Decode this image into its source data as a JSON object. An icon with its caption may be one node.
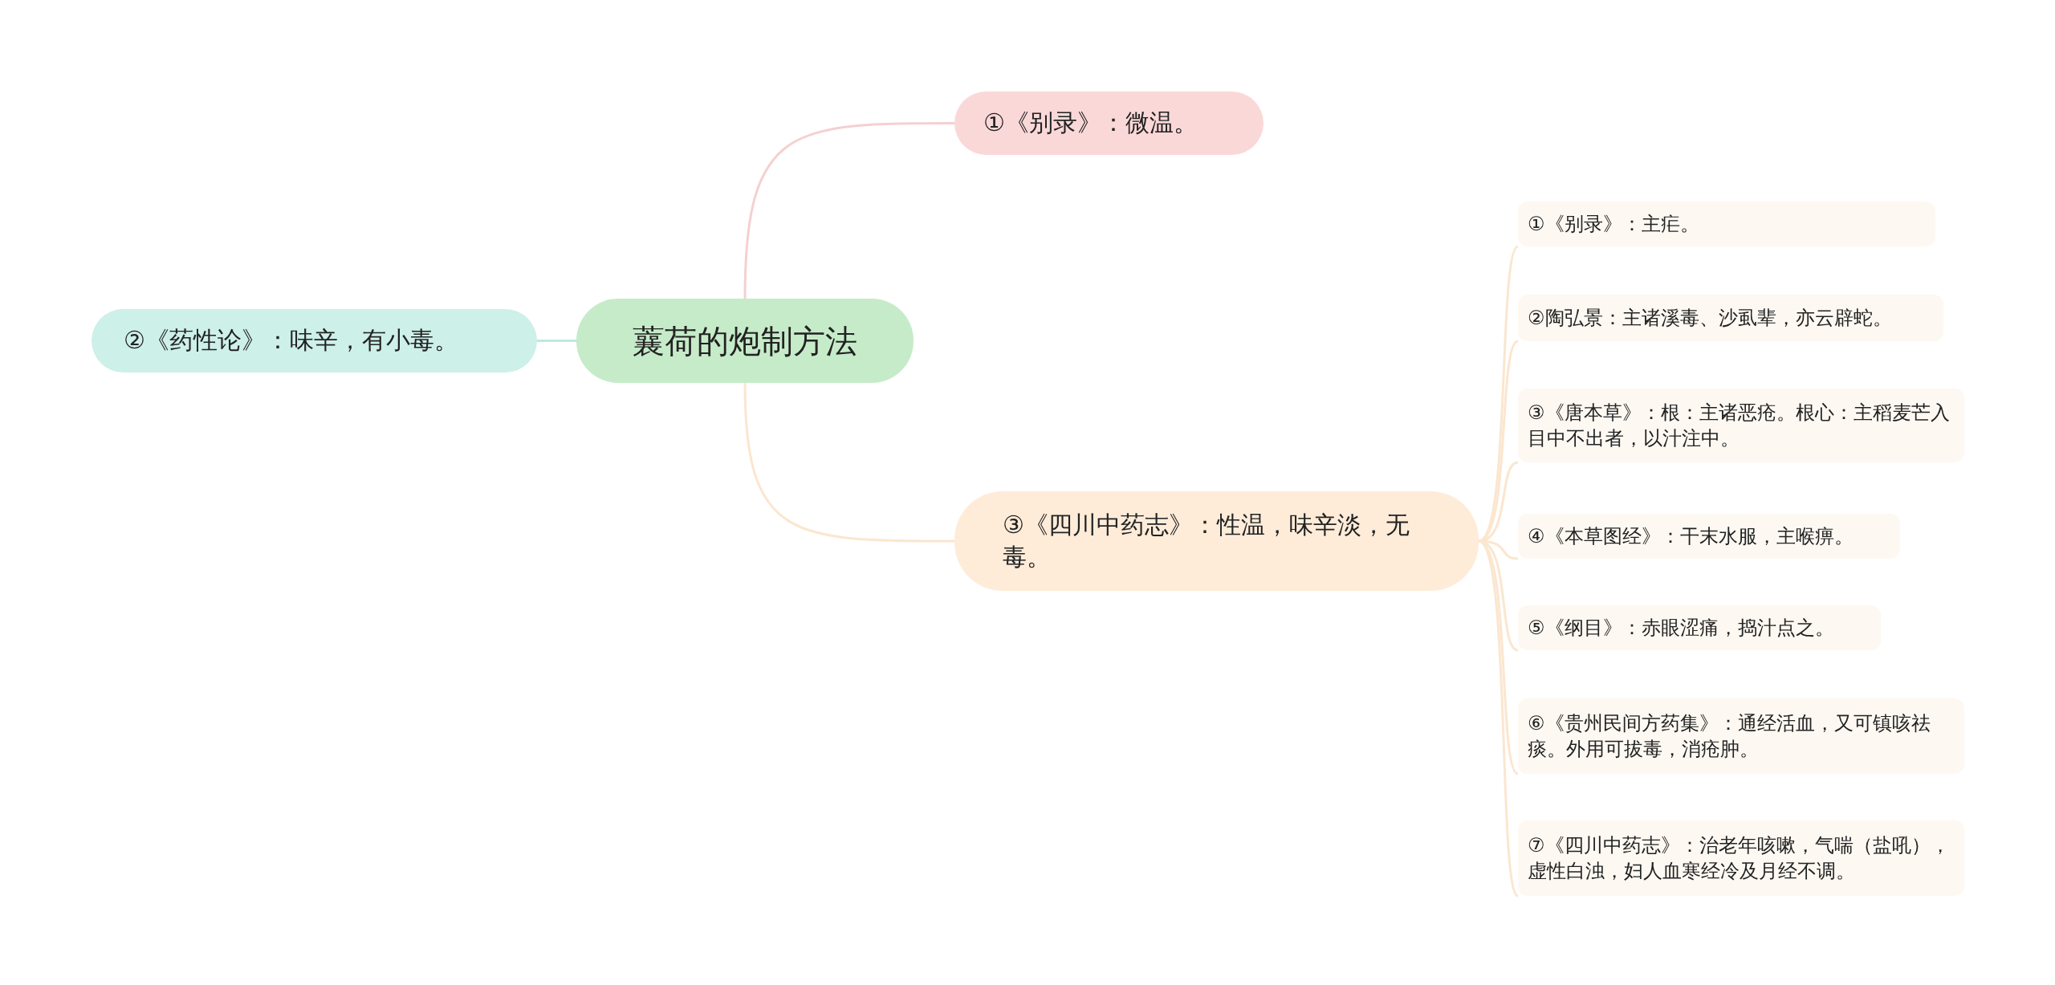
{
  "diagram": {
    "nodes": [
      {
        "text": [
          "蘘荷的炮制方法"
        ]
      },
      {
        "text": [
          "①《别录》：微温。"
        ]
      },
      {
        "text": [
          "②《药性论》：味辛，有小毒。"
        ]
      },
      {
        "text": [
          "③《四川中药志》：性温，味辛淡，无毒。"
        ]
      },
      {
        "text": [
          "①《别录》：主疟。"
        ]
      },
      {
        "text": [
          "②陶弘景：主诸溪毒、沙虱辈，亦云辟蛇。"
        ]
      },
      {
        "text": [
          "③《唐本草》：根：主诸恶疮。根心：主稻麦芒入目中不出者，以汁注中。"
        ]
      },
      {
        "text": [
          "④《本草图经》：干末水服，主喉痹。"
        ]
      },
      {
        "text": [
          "⑤《纲目》：赤眼涩痛，捣汁点之。"
        ]
      },
      {
        "text": [
          "⑥《贵州民间方药集》：通经活血，又可镇咳祛痰。外用可拔毒，消疮肿。"
        ]
      },
      {
        "text": [
          "⑦《四川中药志》：治老年咳嗽，气喘（盐吼），虚性白浊，妇人血寒经冷及月经不调。"
        ]
      }
    ],
    "edges": [
      {
        "from": 0,
        "to": 1,
        "arrow": "none",
        "color": "#f5d0d0"
      },
      {
        "from": 0,
        "to": 2,
        "arrow": "none",
        "color": "#bfe8e0"
      },
      {
        "from": 0,
        "to": 3,
        "arrow": "none"
      },
      {
        "from": 3,
        "to": 4,
        "arrow": "none"
      },
      {
        "from": 3,
        "to": 5,
        "arrow": "none"
      },
      {
        "from": 3,
        "to": 6,
        "arrow": "none"
      },
      {
        "from": 3,
        "to": 7,
        "arrow": "none"
      },
      {
        "from": 3,
        "to": 8,
        "arrow": "none"
      },
      {
        "from": 3,
        "to": 9,
        "arrow": "none"
      },
      {
        "from": 3,
        "to": 10,
        "arrow": "none"
      }
    ]
  }
}
